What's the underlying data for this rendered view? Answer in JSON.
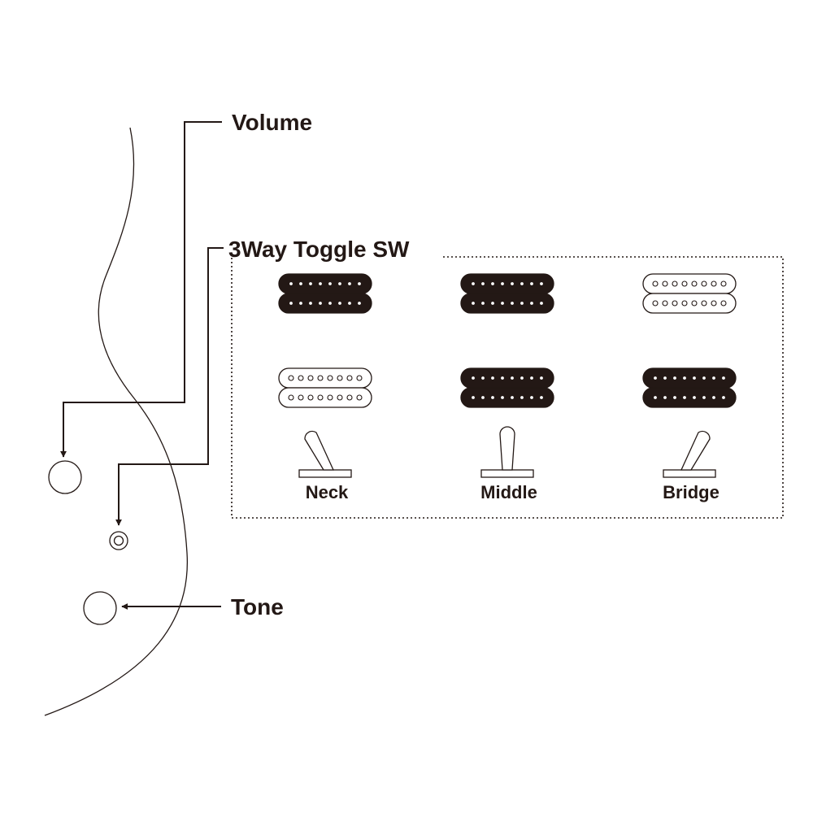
{
  "labels": {
    "volume": "Volume",
    "toggle": "3Way Toggle SW",
    "tone": "Tone"
  },
  "positions": [
    {
      "name": "Neck",
      "neck_active": true,
      "bridge_active": false,
      "lever": "left"
    },
    {
      "name": "Middle",
      "neck_active": true,
      "bridge_active": true,
      "lever": "center"
    },
    {
      "name": "Bridge",
      "neck_active": false,
      "bridge_active": true,
      "lever": "right"
    }
  ],
  "colors": {
    "ink": "#231815",
    "paper": "#ffffff"
  }
}
